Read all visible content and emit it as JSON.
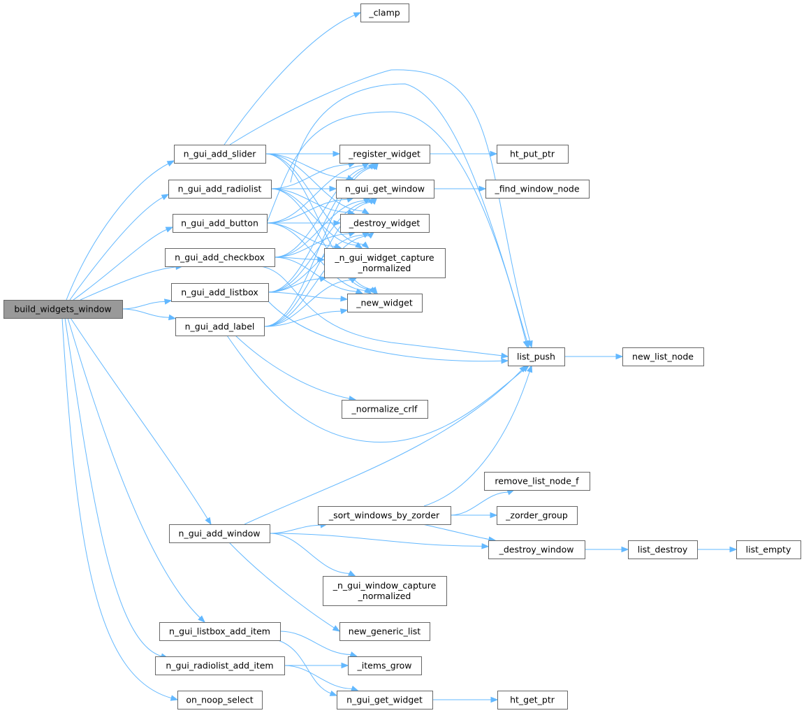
{
  "graph": {
    "root": "build_widgets_window",
    "nodes": [
      {
        "id": "build_widgets_window",
        "label": [
          "build_widgets_window"
        ]
      },
      {
        "id": "n_gui_add_slider",
        "label": [
          "n_gui_add_slider"
        ]
      },
      {
        "id": "n_gui_add_radiolist",
        "label": [
          "n_gui_add_radiolist"
        ]
      },
      {
        "id": "n_gui_add_button",
        "label": [
          "n_gui_add_button"
        ]
      },
      {
        "id": "n_gui_add_checkbox",
        "label": [
          "n_gui_add_checkbox"
        ]
      },
      {
        "id": "n_gui_add_listbox",
        "label": [
          "n_gui_add_listbox"
        ]
      },
      {
        "id": "n_gui_add_label",
        "label": [
          "n_gui_add_label"
        ]
      },
      {
        "id": "n_gui_add_window",
        "label": [
          "n_gui_add_window"
        ]
      },
      {
        "id": "n_gui_listbox_add_item",
        "label": [
          "n_gui_listbox_add_item"
        ]
      },
      {
        "id": "n_gui_radiolist_add_item",
        "label": [
          "n_gui_radiolist_add_item"
        ]
      },
      {
        "id": "on_noop_select",
        "label": [
          "on_noop_select"
        ]
      },
      {
        "id": "_clamp",
        "label": [
          "_clamp"
        ]
      },
      {
        "id": "_register_widget",
        "label": [
          "_register_widget"
        ]
      },
      {
        "id": "n_gui_get_window",
        "label": [
          "n_gui_get_window"
        ]
      },
      {
        "id": "_destroy_widget",
        "label": [
          "_destroy_widget"
        ]
      },
      {
        "id": "_n_gui_widget_capture_normalized",
        "label": [
          "_n_gui_widget_capture",
          "_normalized"
        ]
      },
      {
        "id": "_new_widget",
        "label": [
          "_new_widget"
        ]
      },
      {
        "id": "_normalize_crlf",
        "label": [
          "_normalize_crlf"
        ]
      },
      {
        "id": "_sort_windows_by_zorder",
        "label": [
          "_sort_windows_by_zorder"
        ]
      },
      {
        "id": "_n_gui_window_capture_normalized",
        "label": [
          "_n_gui_window_capture",
          "_normalized"
        ]
      },
      {
        "id": "new_generic_list",
        "label": [
          "new_generic_list"
        ]
      },
      {
        "id": "_items_grow",
        "label": [
          "_items_grow"
        ]
      },
      {
        "id": "n_gui_get_widget",
        "label": [
          "n_gui_get_widget"
        ]
      },
      {
        "id": "ht_put_ptr",
        "label": [
          "ht_put_ptr"
        ]
      },
      {
        "id": "_find_window_node",
        "label": [
          "_find_window_node"
        ]
      },
      {
        "id": "list_push",
        "label": [
          "list_push"
        ]
      },
      {
        "id": "remove_list_node_f",
        "label": [
          "remove_list_node_f"
        ]
      },
      {
        "id": "_zorder_group",
        "label": [
          "_zorder_group"
        ]
      },
      {
        "id": "_destroy_window",
        "label": [
          "_destroy_window"
        ]
      },
      {
        "id": "ht_get_ptr",
        "label": [
          "ht_get_ptr"
        ]
      },
      {
        "id": "new_list_node",
        "label": [
          "new_list_node"
        ]
      },
      {
        "id": "list_destroy",
        "label": [
          "list_destroy"
        ]
      },
      {
        "id": "list_empty",
        "label": [
          "list_empty"
        ]
      }
    ],
    "edges": [
      [
        "build_widgets_window",
        "n_gui_add_slider"
      ],
      [
        "build_widgets_window",
        "n_gui_add_radiolist"
      ],
      [
        "build_widgets_window",
        "n_gui_add_button"
      ],
      [
        "build_widgets_window",
        "n_gui_add_checkbox"
      ],
      [
        "build_widgets_window",
        "n_gui_add_listbox"
      ],
      [
        "build_widgets_window",
        "n_gui_add_label"
      ],
      [
        "build_widgets_window",
        "n_gui_add_window"
      ],
      [
        "build_widgets_window",
        "n_gui_listbox_add_item"
      ],
      [
        "build_widgets_window",
        "n_gui_radiolist_add_item"
      ],
      [
        "build_widgets_window",
        "on_noop_select"
      ],
      [
        "n_gui_add_slider",
        "_clamp"
      ],
      [
        "n_gui_add_slider",
        "_register_widget"
      ],
      [
        "n_gui_add_slider",
        "n_gui_get_window"
      ],
      [
        "n_gui_add_slider",
        "_destroy_widget"
      ],
      [
        "n_gui_add_slider",
        "_n_gui_widget_capture_normalized"
      ],
      [
        "n_gui_add_slider",
        "_new_widget"
      ],
      [
        "n_gui_add_slider",
        "list_push"
      ],
      [
        "n_gui_add_radiolist",
        "_register_widget"
      ],
      [
        "n_gui_add_radiolist",
        "n_gui_get_window"
      ],
      [
        "n_gui_add_radiolist",
        "_destroy_widget"
      ],
      [
        "n_gui_add_radiolist",
        "_n_gui_widget_capture_normalized"
      ],
      [
        "n_gui_add_radiolist",
        "_new_widget"
      ],
      [
        "n_gui_add_radiolist",
        "list_push"
      ],
      [
        "n_gui_add_button",
        "_register_widget"
      ],
      [
        "n_gui_add_button",
        "n_gui_get_window"
      ],
      [
        "n_gui_add_button",
        "_destroy_widget"
      ],
      [
        "n_gui_add_button",
        "_n_gui_widget_capture_normalized"
      ],
      [
        "n_gui_add_button",
        "_new_widget"
      ],
      [
        "n_gui_add_button",
        "list_push"
      ],
      [
        "n_gui_add_checkbox",
        "_register_widget"
      ],
      [
        "n_gui_add_checkbox",
        "n_gui_get_window"
      ],
      [
        "n_gui_add_checkbox",
        "_destroy_widget"
      ],
      [
        "n_gui_add_checkbox",
        "_n_gui_widget_capture_normalized"
      ],
      [
        "n_gui_add_checkbox",
        "_new_widget"
      ],
      [
        "n_gui_add_checkbox",
        "list_push"
      ],
      [
        "n_gui_add_listbox",
        "_register_widget"
      ],
      [
        "n_gui_add_listbox",
        "n_gui_get_window"
      ],
      [
        "n_gui_add_listbox",
        "_destroy_widget"
      ],
      [
        "n_gui_add_listbox",
        "_n_gui_widget_capture_normalized"
      ],
      [
        "n_gui_add_listbox",
        "_new_widget"
      ],
      [
        "n_gui_add_listbox",
        "list_push"
      ],
      [
        "n_gui_add_label",
        "_register_widget"
      ],
      [
        "n_gui_add_label",
        "n_gui_get_window"
      ],
      [
        "n_gui_add_label",
        "_destroy_widget"
      ],
      [
        "n_gui_add_label",
        "_n_gui_widget_capture_normalized"
      ],
      [
        "n_gui_add_label",
        "_new_widget"
      ],
      [
        "n_gui_add_label",
        "_normalize_crlf"
      ],
      [
        "n_gui_add_label",
        "list_push"
      ],
      [
        "n_gui_add_window",
        "list_push"
      ],
      [
        "n_gui_add_window",
        "_sort_windows_by_zorder"
      ],
      [
        "n_gui_add_window",
        "_destroy_window"
      ],
      [
        "n_gui_add_window",
        "_n_gui_window_capture_normalized"
      ],
      [
        "n_gui_add_window",
        "new_generic_list"
      ],
      [
        "n_gui_listbox_add_item",
        "_items_grow"
      ],
      [
        "n_gui_listbox_add_item",
        "n_gui_get_widget"
      ],
      [
        "n_gui_radiolist_add_item",
        "_items_grow"
      ],
      [
        "n_gui_radiolist_add_item",
        "n_gui_get_widget"
      ],
      [
        "_register_widget",
        "ht_put_ptr"
      ],
      [
        "n_gui_get_window",
        "_find_window_node"
      ],
      [
        "_sort_windows_by_zorder",
        "list_push"
      ],
      [
        "_sort_windows_by_zorder",
        "remove_list_node_f"
      ],
      [
        "_sort_windows_by_zorder",
        "_zorder_group"
      ],
      [
        "_sort_windows_by_zorder",
        "_destroy_window"
      ],
      [
        "n_gui_get_widget",
        "ht_get_ptr"
      ],
      [
        "list_push",
        "new_list_node"
      ],
      [
        "_destroy_window",
        "list_destroy"
      ],
      [
        "list_destroy",
        "list_empty"
      ]
    ]
  },
  "colors": {
    "edge": "#63b8ff",
    "node_border": "#666666",
    "node_fill": "#ffffff",
    "root_fill": "#999999"
  }
}
